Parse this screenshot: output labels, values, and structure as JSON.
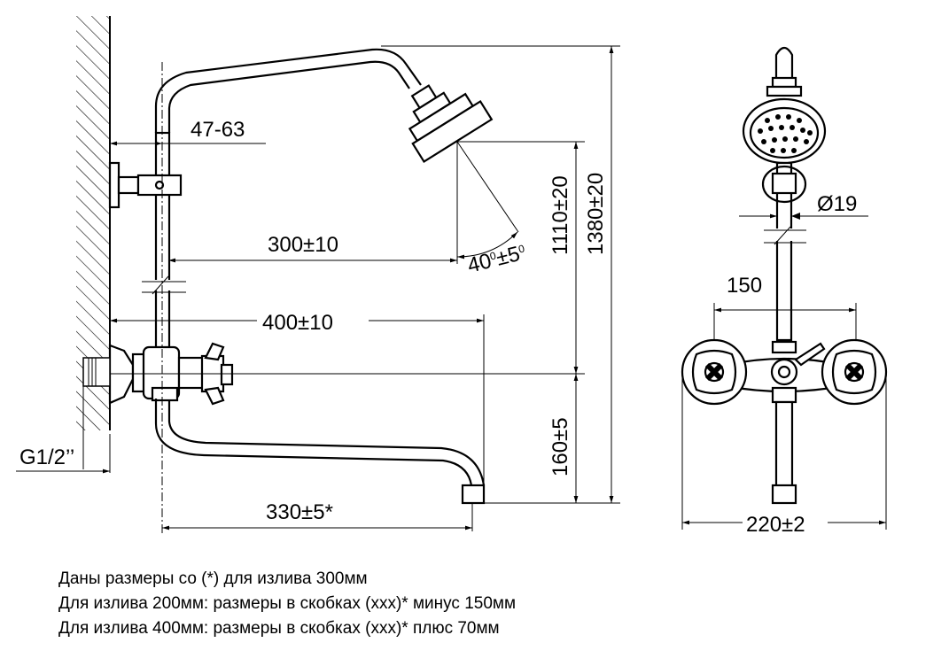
{
  "dimensions": {
    "wall_offset": "47-63",
    "arm_reach": "300±10",
    "spray_angle_base": "40",
    "spray_angle_tol": "±5",
    "angle_unit": "0",
    "height_head": "1110±20",
    "height_total": "1380±20",
    "spout_reach": "400±10",
    "spout_length": "330±5*",
    "spout_height": "160±5",
    "thread": "G1/2’’",
    "pipe_diameter": "Ø19",
    "handle_spacing": "150",
    "overall_width": "220±2"
  },
  "notes": [
    "Даны размеры со (*) для излива 300мм",
    "Для излива 200мм: размеры в скобках (ххх)* минус 150мм",
    "Для излива 400мм: размеры в скобках (ххх)* плюс 70мм"
  ]
}
